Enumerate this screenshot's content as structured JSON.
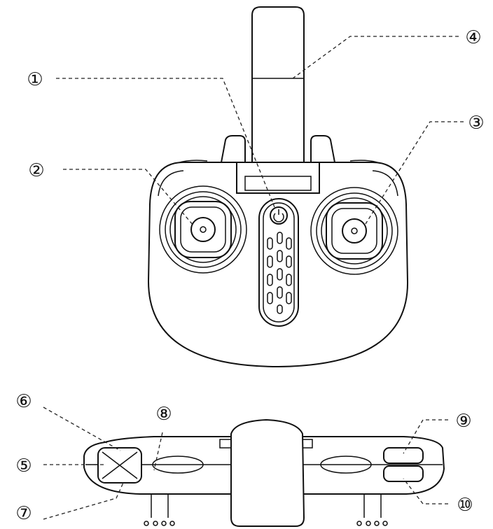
{
  "callouts": [
    {
      "id": "1",
      "label": "①"
    },
    {
      "id": "2",
      "label": "②"
    },
    {
      "id": "3",
      "label": "③"
    },
    {
      "id": "4",
      "label": "④"
    },
    {
      "id": "5",
      "label": "⑤"
    },
    {
      "id": "6",
      "label": "⑥"
    },
    {
      "id": "7",
      "label": "⑦"
    },
    {
      "id": "8",
      "label": "⑧"
    },
    {
      "id": "9",
      "label": "⑨"
    },
    {
      "id": "10",
      "label": "⑩"
    }
  ],
  "colors": {
    "stroke": "#111111",
    "background": "#ffffff"
  },
  "icons": {
    "power_button": "power-icon"
  }
}
